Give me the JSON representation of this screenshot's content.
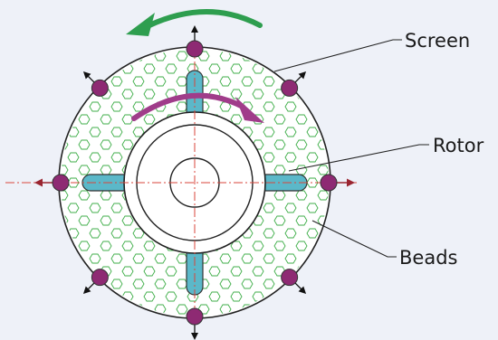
{
  "labels": {
    "screen": "Screen",
    "rotor": "Rotor",
    "beads": "Beads"
  },
  "colors": {
    "background": "#eef1f8",
    "screen_fill": "#ffffff",
    "outline": "#222222",
    "bead_pattern": "#3fae49",
    "rotor_blade": "#5bb8c9",
    "nozzle": "#8e2a73",
    "rotation_arrow_outer": "#2e9e4f",
    "rotation_arrow_inner": "#a03c8a",
    "centerline": "#d9463b"
  },
  "icons": {
    "outer_rotation": "counterclockwise-arrow-icon",
    "inner_rotation": "clockwise-arrow-icon",
    "radial_flow": "radial-arrow-icon"
  }
}
